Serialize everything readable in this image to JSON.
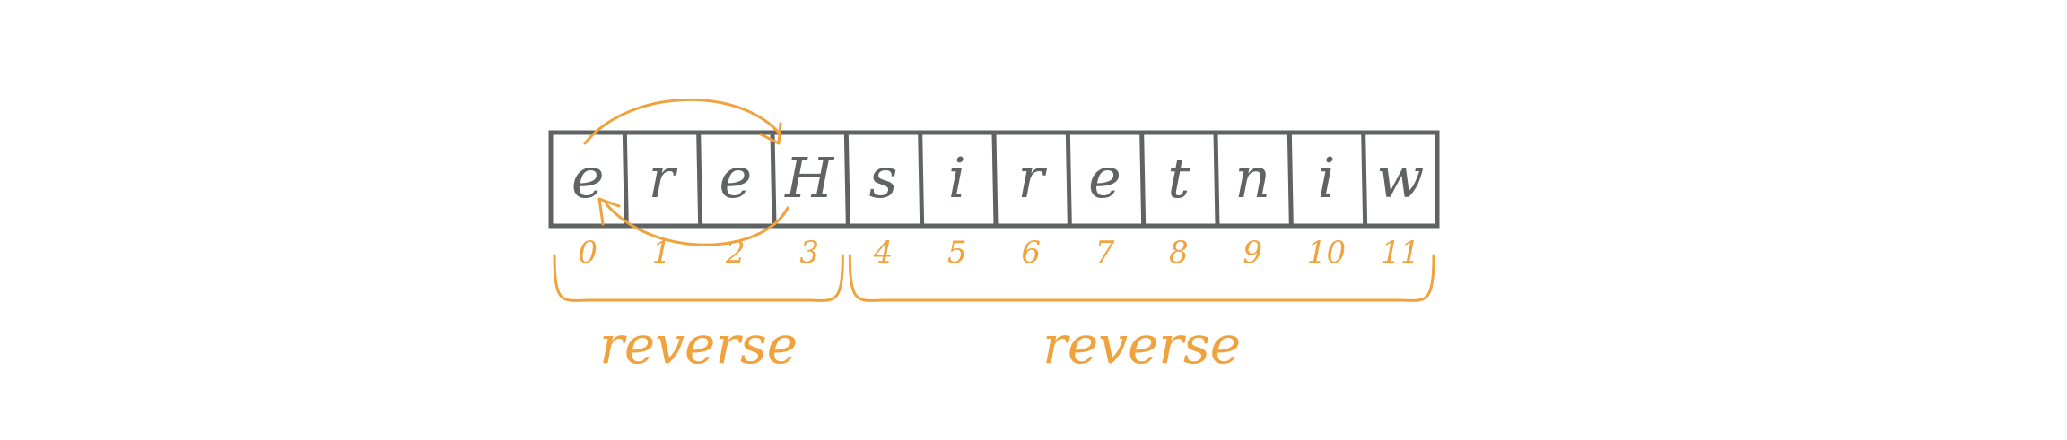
{
  "array": {
    "chars": [
      "e",
      "r",
      "e",
      "H",
      "s",
      "i",
      "r",
      "e",
      "t",
      "n",
      "i",
      "w"
    ],
    "indices": [
      "0",
      "1",
      "2",
      "3",
      "4",
      "5",
      "6",
      "7",
      "8",
      "9",
      "10",
      "11"
    ]
  },
  "groups": [
    {
      "label": "reverse",
      "from_index": 0,
      "to_index": 3
    },
    {
      "label": "reverse",
      "from_index": 4,
      "to_index": 11
    }
  ],
  "colors": {
    "cells": "#5f6463",
    "annotations": "#f0a23c",
    "background": "#ffffff"
  }
}
